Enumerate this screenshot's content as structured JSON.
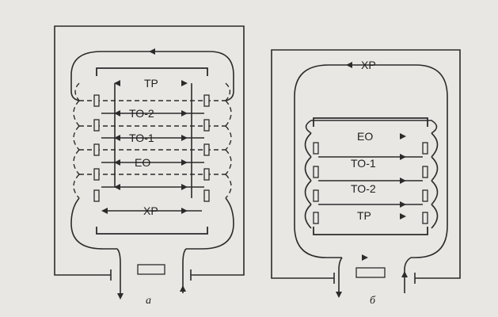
{
  "diagram_a": {
    "labels": [
      "TP",
      "TO-2",
      "TO-1",
      "EO",
      "XP"
    ],
    "caption": "а"
  },
  "diagram_b": {
    "labels": [
      "XP",
      "EO",
      "TO-1",
      "TO-2",
      "TP"
    ],
    "caption": "б"
  }
}
